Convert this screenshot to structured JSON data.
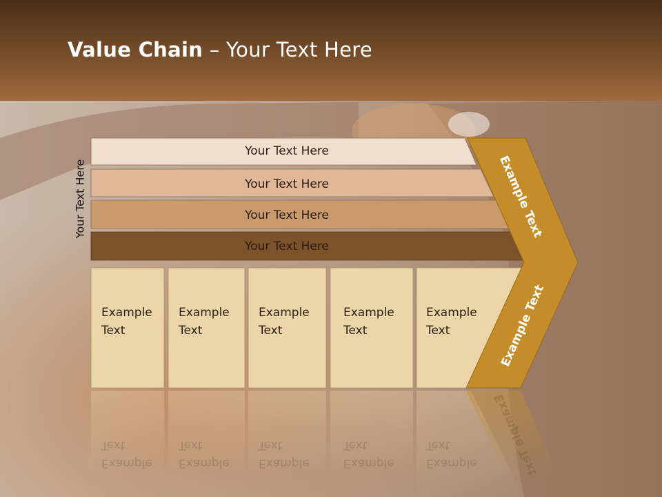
{
  "title": {
    "bold": "Value Chain",
    "rest": " – Your Text Here"
  },
  "side_label": "Your Text Here",
  "bars": [
    {
      "label": "Your Text Here",
      "color": "#f0dfcf"
    },
    {
      "label": "Your Text Here",
      "color": "#deb898"
    },
    {
      "label": "Your Text Here",
      "color": "#c99a6c"
    },
    {
      "label": "Your Text Here",
      "color": "#7c522b"
    }
  ],
  "boxes": [
    {
      "line1": "Example",
      "line2": "Text"
    },
    {
      "line1": "Example",
      "line2": "Text"
    },
    {
      "line1": "Example",
      "line2": "Text"
    },
    {
      "line1": "Example",
      "line2": "Text"
    },
    {
      "line1": "Example",
      "line2": "Text"
    }
  ],
  "chevron": {
    "top_label": "Example Text",
    "bottom_label": "Example Text",
    "color": "#c58d2a"
  },
  "colors": {
    "box_fill": "#ecd5a9",
    "header_top": "#4a2f1a",
    "header_bottom": "#a06a3c"
  }
}
